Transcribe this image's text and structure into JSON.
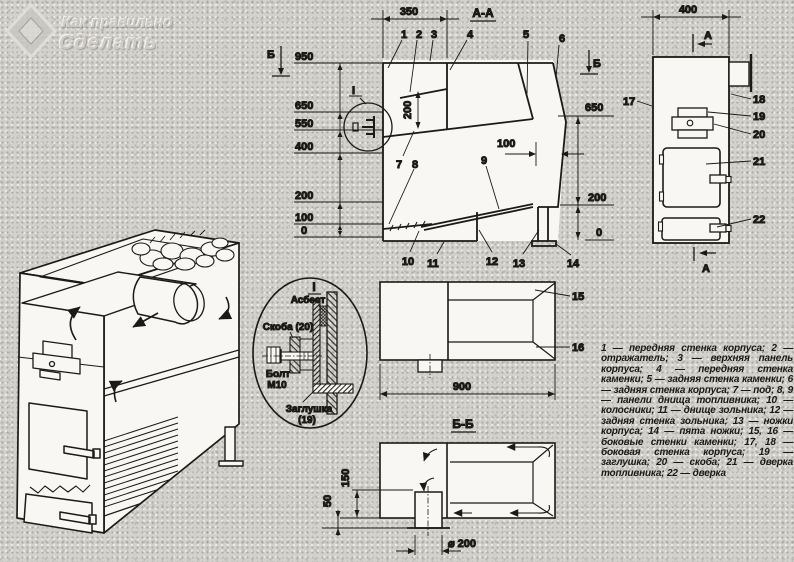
{
  "watermark": {
    "line1": "Как правильно",
    "line2": "Сделать"
  },
  "section_aa": {
    "title": "А-А",
    "cut_marker": "Б",
    "detail_marker": "I",
    "dim_top": "350",
    "left_dims": [
      "950",
      "650",
      "550",
      "400",
      "200",
      "100",
      "0"
    ],
    "right_dims": [
      "650",
      "200",
      "0"
    ],
    "dim_inner_height": "200",
    "dim_gap": "100",
    "parts": [
      "1",
      "2",
      "3",
      "4",
      "5",
      "6",
      "7",
      "8",
      "9",
      "10",
      "11",
      "12",
      "13",
      "14"
    ]
  },
  "side_view": {
    "dim_width": "400",
    "cut_marker": "А",
    "parts": [
      "17",
      "18",
      "19",
      "20",
      "21",
      "22"
    ]
  },
  "plan_view": {
    "dim_length": "900",
    "parts": [
      "15",
      "16"
    ]
  },
  "section_bb": {
    "title": "Б-Б",
    "dim_pipe_offset": "150",
    "dim_bottom": "50",
    "dim_diameter": "⌀ 200"
  },
  "detail_i": {
    "title": "I",
    "labels": {
      "asbestos": "Асбест",
      "bracket": "Скоба (20)",
      "bolt_line1": "Болт",
      "bolt_line2": "М10",
      "plug_line1": "Заглушка",
      "plug_line2": "(19)"
    }
  },
  "legend": {
    "text": "1 — передняя стенка корпуса; 2 — отражатель; 3 — верхняя панель корпуса; 4 — передняя стенка каменки; 5 — задняя стенка каменки; 6 — задняя стенка корпуса; 7 — под; 8, 9 — панели днища топливника; 10 — колосники; 11 — днище зольника; 12 — задняя стенка зольника; 13 — ножки корпуса; 14 — пята ножки; 15, 16 — боковые стенки каменки; 17, 18 — боковая стенка корпуса; 19 — заглушка; 20 — скоба; 21 — дверка топливника; 22 — дверка"
  }
}
